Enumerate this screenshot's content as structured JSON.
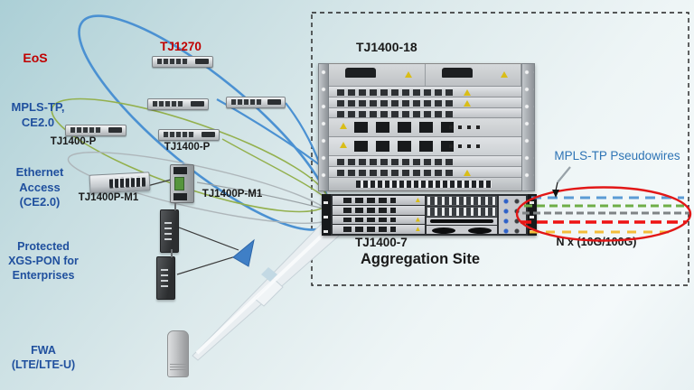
{
  "left_labels": {
    "eos": "EoS",
    "mpls_tp": "MPLS-TP,\nCE2.0",
    "ethernet_access": "Ethernet\nAccess\n(CE2.0)",
    "xgs_pon": "Protected\nXGS-PON for\nEnterprises",
    "fwa": "FWA\n(LTE/LTE-U)"
  },
  "device_labels": {
    "tj1270": "TJ1270",
    "tj1400p_left": "TJ1400-P",
    "tj1400p_right": "TJ1400-P",
    "tj1400pm1_left": "TJ1400P-M1",
    "tj1400pm1_right": "TJ1400P-M1",
    "tj1400_18": "TJ1400-18",
    "tj1400_7": "TJ1400-7"
  },
  "aggregation": {
    "site_label": "Aggregation Site",
    "pseudowires_label": "MPLS-TP Pseudowires",
    "capacity_label": "N x (10G/100G)"
  },
  "colors": {
    "eos_group_ellipse": "#4b91d2",
    "mpls_group_ellipse": "#93b04d",
    "ethernet_group_ellipse": "#aeb6ba",
    "pseudowire_ellipse": "#e21717",
    "label_blue": "#20509e",
    "label_red": "#c00000",
    "pseudowire_colors": [
      "#5b9bd5",
      "#6fae47",
      "#7f8486",
      "#ee1212",
      "#f3bd3a"
    ]
  }
}
